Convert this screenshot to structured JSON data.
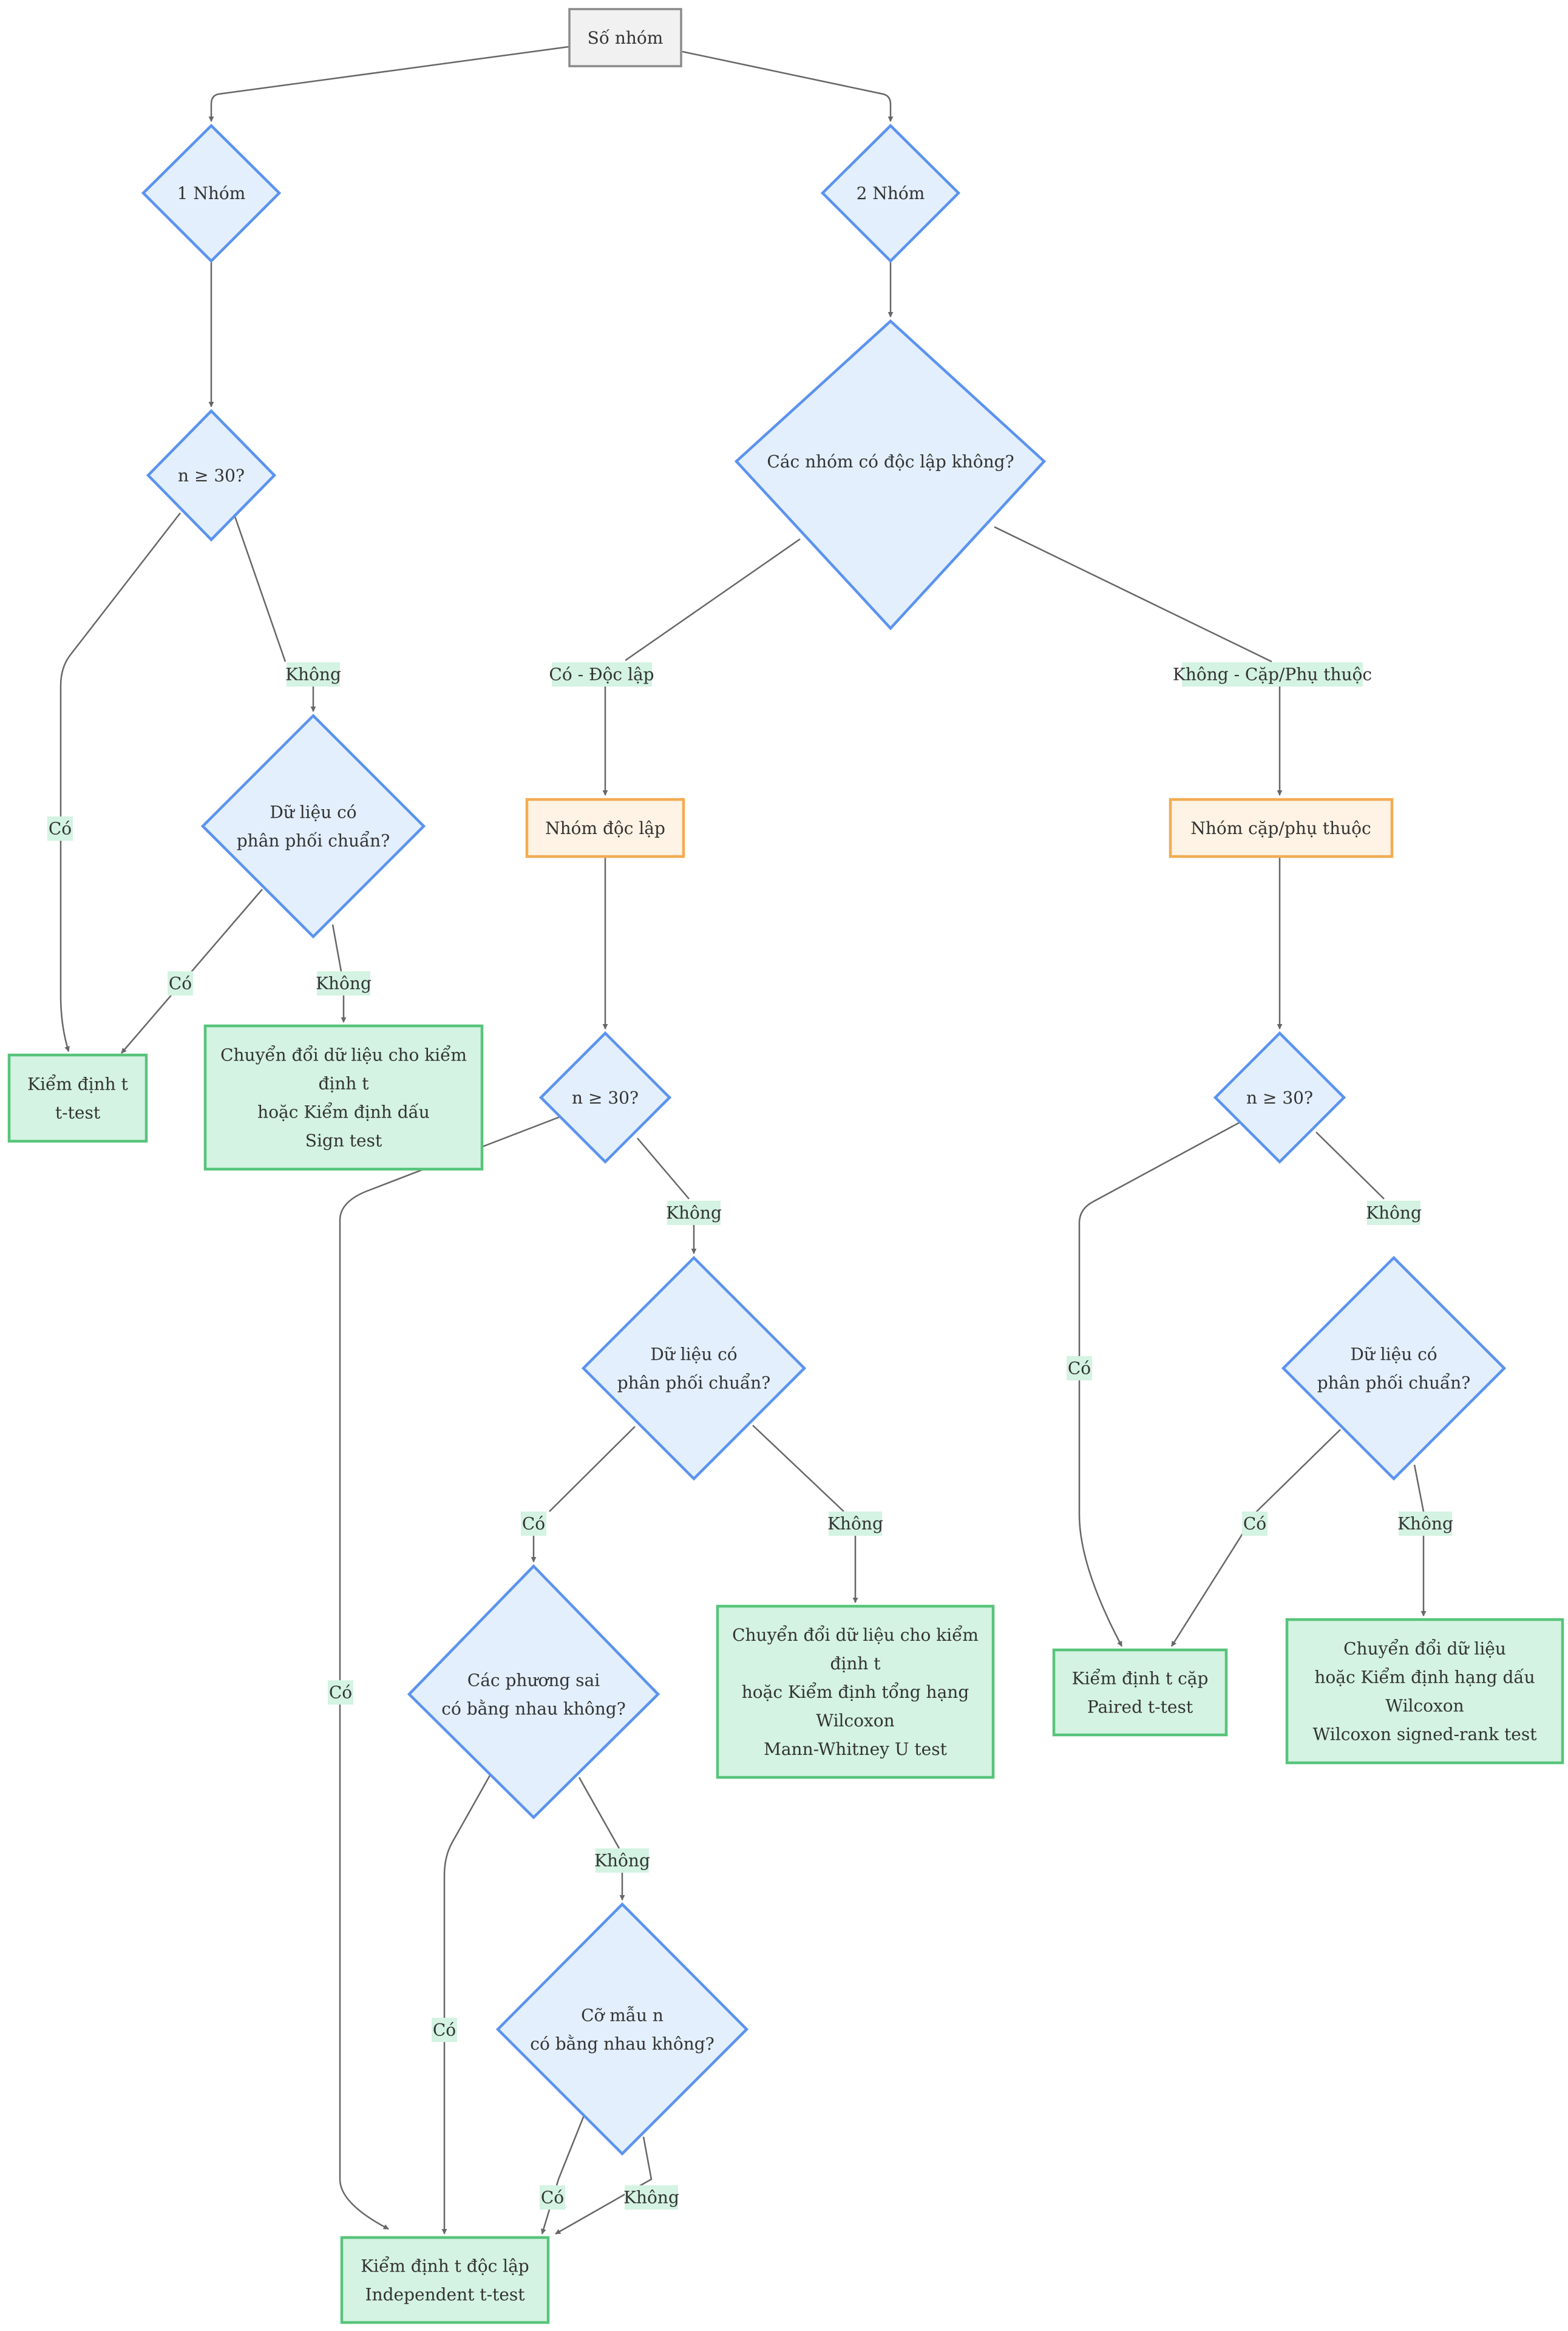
{
  "nodes": {
    "start": [
      "Số nhóm"
    ],
    "one_group": [
      "1 Nhóm"
    ],
    "two_groups": [
      "2 Nhóm"
    ],
    "n30_a": [
      "n ≥ 30?"
    ],
    "independent_q": [
      "Các nhóm có độc lập không?"
    ],
    "normal_a": [
      "Dữ liệu có",
      "phân phối chuẩn?"
    ],
    "ttest": [
      "Kiểm định t",
      "t-test"
    ],
    "transform_sign": [
      "Chuyển đổi dữ liệu cho kiểm",
      "định t",
      "hoặc Kiểm định dấu",
      "Sign test"
    ],
    "independent_groups": [
      "Nhóm độc lập"
    ],
    "paired_groups": [
      "Nhóm cặp/phụ thuộc"
    ],
    "n30_b": [
      "n ≥ 30?"
    ],
    "n30_c": [
      "n ≥ 30?"
    ],
    "normal_b": [
      "Dữ liệu có",
      "phân phối chuẩn?"
    ],
    "normal_c": [
      "Dữ liệu có",
      "phân phối chuẩn?"
    ],
    "variance_q": [
      "Các phương sai",
      "có bằng nhau không?"
    ],
    "transform_mw": [
      "Chuyển đổi dữ liệu cho kiểm",
      "định t",
      "hoặc Kiểm định tổng hạng",
      "Wilcoxon",
      "Mann-Whitney U test"
    ],
    "paired_t": [
      "Kiểm định t cặp",
      "Paired t-test"
    ],
    "transform_wsr": [
      "Chuyển đổi dữ liệu",
      "hoặc Kiểm định hạng dấu",
      "Wilcoxon",
      "Wilcoxon signed-rank test"
    ],
    "sample_size_q": [
      "Cỡ mẫu n",
      "có bằng nhau không?"
    ],
    "independent_t": [
      "Kiểm định t độc lập",
      "Independent t-test"
    ]
  },
  "edge_labels": {
    "yes": "Có",
    "no": "Không",
    "yes_independent": "Có - Độc lập",
    "no_paired": "Không - Cặp/Phụ thuộc"
  },
  "colors": {
    "decision_fill": "#e3effd",
    "decision_border": "#5b93ee",
    "result_fill": "#d4f3e2",
    "result_border": "#57c47a",
    "group_fill": "#fef3e4",
    "group_border": "#f3ab52",
    "start_fill": "#f1f1f1",
    "start_border": "#8a8a8a",
    "edge": "#666666"
  }
}
